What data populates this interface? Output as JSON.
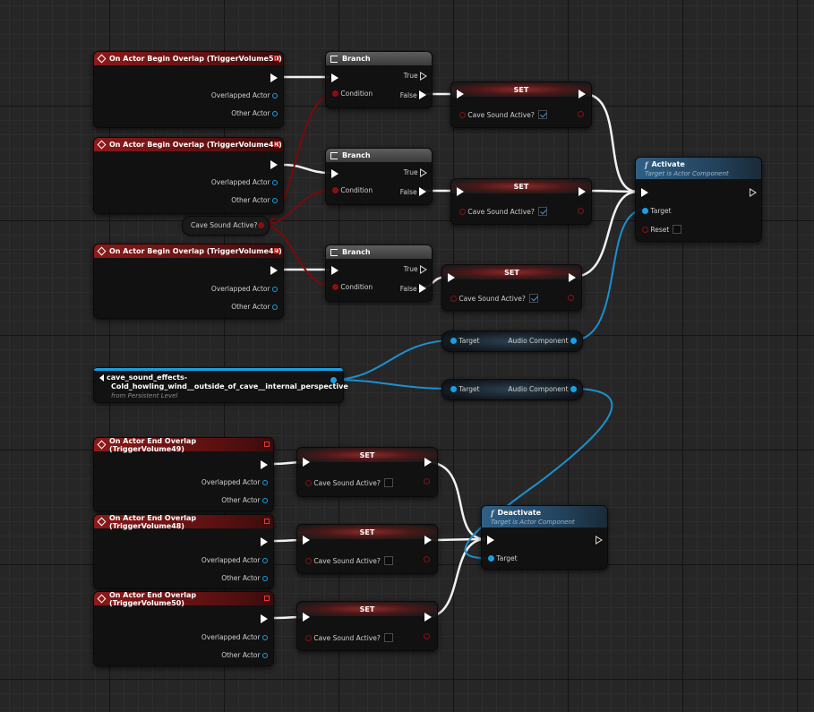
{
  "events_begin": [
    {
      "title": "On Actor Begin Overlap (TriggerVolume50)",
      "pin1": "Overlapped Actor",
      "pin2": "Other Actor"
    },
    {
      "title": "On Actor Begin Overlap (TriggerVolume48)",
      "pin1": "Overlapped Actor",
      "pin2": "Other Actor"
    },
    {
      "title": "On Actor Begin Overlap (TriggerVolume49)",
      "pin1": "Overlapped Actor",
      "pin2": "Other Actor"
    }
  ],
  "events_end": [
    {
      "title": "On Actor End Overlap (TriggerVolume49)",
      "pin1": "Overlapped Actor",
      "pin2": "Other Actor"
    },
    {
      "title": "On Actor End Overlap (TriggerVolume48)",
      "pin1": "Overlapped Actor",
      "pin2": "Other Actor"
    },
    {
      "title": "On Actor End Overlap (TriggerVolume50)",
      "pin1": "Overlapped Actor",
      "pin2": "Other Actor"
    }
  ],
  "branch": {
    "title": "Branch",
    "true_label": "True",
    "false_label": "False",
    "condition_label": "Condition"
  },
  "set": {
    "title": "SET",
    "var_label": "Cave Sound Active?"
  },
  "var_get": {
    "label": "Cave Sound Active?"
  },
  "activate": {
    "title": "Activate",
    "subtitle": "Target is Actor Component",
    "target_label": "Target",
    "reset_label": "Reset"
  },
  "deactivate": {
    "title": "Deactivate",
    "subtitle": "Target is Actor Component",
    "target_label": "Target"
  },
  "audio_getter": {
    "target_label": "Target",
    "output_label": "Audio Component"
  },
  "sound_ref": {
    "line1": "cave_sound_effects-",
    "line2": "Cold_howling_wind__outside_of_cave__internal_perspective",
    "line3": "from Persistent Level"
  },
  "colors": {
    "exec": "#ffffff",
    "bool": "#8b0f0f",
    "object": "#18a0e6",
    "event_header": "#8c1a1a",
    "function_header": "#2f5f86"
  }
}
